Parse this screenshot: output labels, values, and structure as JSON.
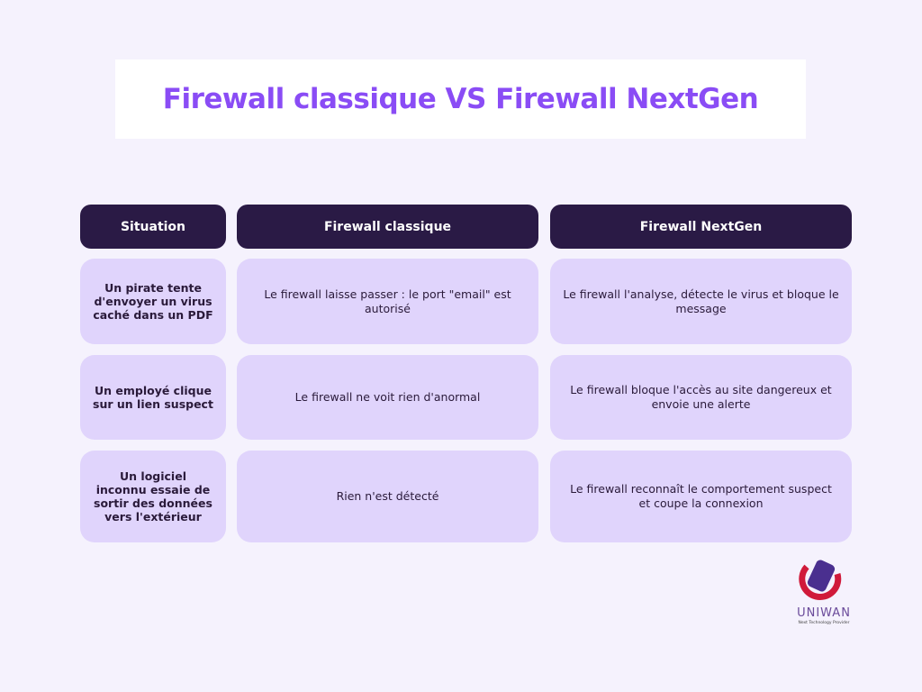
{
  "title": "Firewall classique VS Firewall NextGen",
  "headers": [
    "Situation",
    "Firewall classique",
    "Firewall NextGen"
  ],
  "rows": [
    {
      "situation": "Un pirate tente d'envoyer un virus caché dans un PDF",
      "classique": "Le firewall laisse passer : le port \"email\" est autorisé",
      "nextgen": "Le firewall l'analyse, détecte le virus et bloque le message"
    },
    {
      "situation": "Un employé clique sur un lien suspect",
      "classique": "Le firewall ne voit rien d'anormal",
      "nextgen": "Le firewall bloque l'accès au site dangereux et envoie une alerte"
    },
    {
      "situation": "Un logiciel inconnu essaie de sortir des données vers l'extérieur",
      "classique": "Rien n'est détecté",
      "nextgen": "Le firewall reconnaît le comportement suspect et coupe la connexion"
    }
  ],
  "logo": {
    "name": "UNIWAN",
    "tagline": "Next Technology Provider"
  }
}
